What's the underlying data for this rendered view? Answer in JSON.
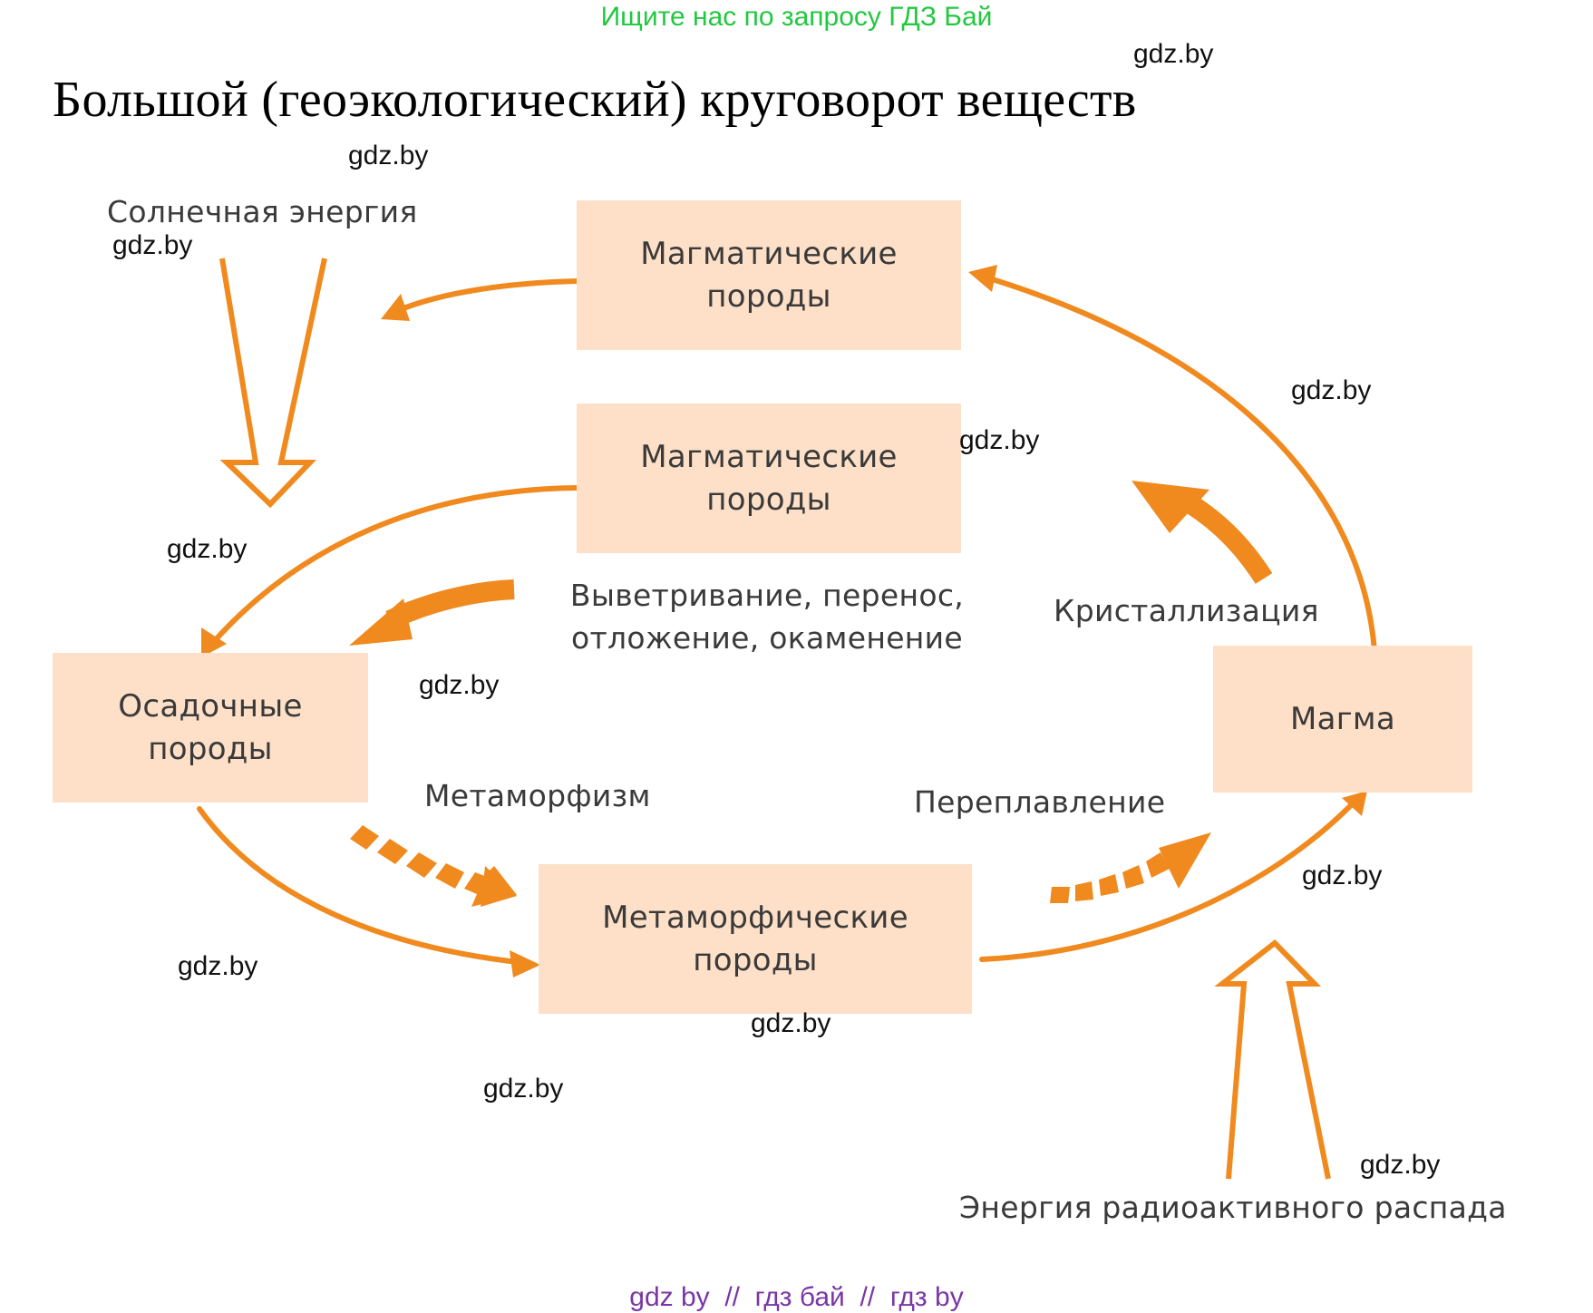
{
  "promo_text": "Ищите нас по запросу ГДЗ Бай",
  "title": "Большой (геоэкологический) круговорот веществ",
  "boxes": {
    "magmatic_top": {
      "line1": "Магматические",
      "line2": "породы"
    },
    "magmatic_mid": {
      "line1": "Магматические",
      "line2": "породы"
    },
    "sedimentary": {
      "line1": "Осадочные",
      "line2": "породы"
    },
    "metamorphic": {
      "line1": "Метаморфические",
      "line2": "породы"
    },
    "magma": {
      "line1": "Магма"
    }
  },
  "labels": {
    "solar_energy": "Солнечная энергия",
    "weathering_line1": "Выветривание, перенос,",
    "weathering_line2": "отложение, окаменение",
    "crystallization": "Кристаллизация",
    "metamorphism": "Метаморфизм",
    "remelting": "Переплавление",
    "radioactive_energy": "Энергия радиоактивного распада"
  },
  "watermarks": [
    "gdz.by",
    "gdz.by",
    "gdz.by",
    "gdz.by",
    "gdz.by",
    "gdz.by",
    "gdz.by",
    "gdz.by",
    "gdz.by",
    "gdz.by",
    "gdz.by",
    "gdz.by"
  ],
  "footer": "gdz by  //  гдз бай  //  гдз by",
  "colors": {
    "arrow": "#f08a1e",
    "box_fill": "#fde0c7",
    "promo": "#22c840",
    "footer": "#7a36a6"
  }
}
